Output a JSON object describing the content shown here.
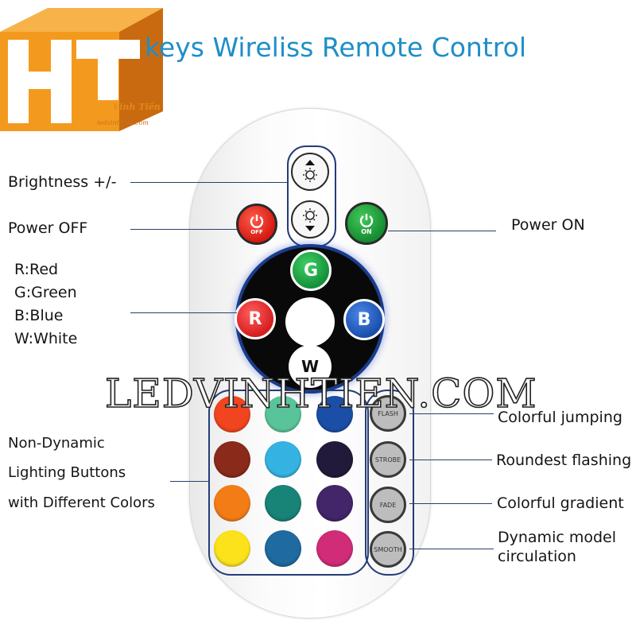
{
  "title": "keys Wireliss Remote Control",
  "logo": {
    "letters": "HT",
    "brand": "Vinh Tiến",
    "url": "ledvinhtien.com"
  },
  "watermark": "LEDVINHTIEN.COM",
  "labels": {
    "brightness": "Brightness +/-",
    "power_off": "Power OFF",
    "power_on": "Power ON",
    "rgbw": [
      "R:Red",
      "G:Green",
      "B:Blue",
      "W:White"
    ],
    "non_dynamic": [
      "Non-Dynamic",
      "Lighting Buttons",
      "with Different Colors"
    ],
    "colorful_jumping": "Colorful jumping",
    "roundest_flashing": "Roundest flashing",
    "colorful_gradient": "Colorful gradient",
    "dynamic_model": [
      "Dynamic model",
      "circulation"
    ]
  },
  "remote": {
    "power_off_text": "OFF",
    "power_on_text": "ON",
    "letters": {
      "g": "G",
      "r": "R",
      "b": "B",
      "w": "W"
    },
    "modes": [
      "FLASH",
      "STROBE",
      "FADE",
      "SMOOTH"
    ],
    "color_grid": [
      [
        "#f0451e",
        "#59c49a",
        "#1b4ea6"
      ],
      [
        "#8a2a1b",
        "#34b3e3",
        "#221a3a"
      ],
      [
        "#f47c16",
        "#188377",
        "#432569"
      ],
      [
        "#fbe21b",
        "#1f6aa0",
        "#d02c78"
      ]
    ]
  },
  "colors": {
    "title": "#1f8ec9",
    "logo_orange": "#f39a1e",
    "line": "#2b3f66",
    "power_off": "#e0231b",
    "power_on": "#1f9b3a",
    "r": "#e12a2a",
    "g": "#1a9b3f",
    "b": "#1f57b7"
  }
}
